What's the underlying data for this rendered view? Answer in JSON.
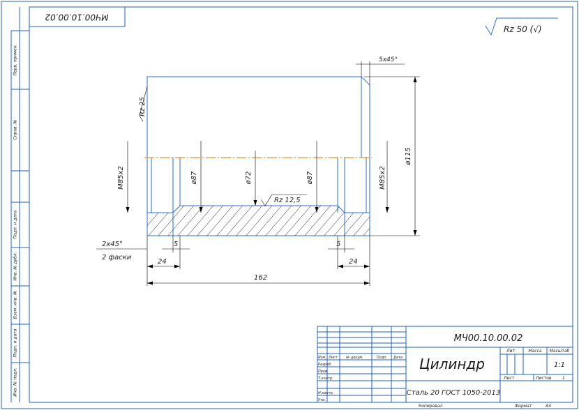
{
  "stamp_top": "МЧ00.10.00.02",
  "roughness_general": "Rz 50 (√)",
  "side_labels": [
    "Перв. примен.",
    "Справ. №",
    "Подп. и дата",
    "Инв. № дубл.",
    "Взам. инв. №",
    "Подп. и дата",
    "Инв. № подл."
  ],
  "dims": {
    "chamfer_top": "5x45°",
    "rz25": "Rz 25",
    "m85_left": "M85x2",
    "d87_left": "ø87",
    "d72": "ø72",
    "rz125": "Rz 12,5",
    "d87_right": "ø87",
    "m85_right": "M85x2",
    "d115": "ø115",
    "chamfer_left_1": "2x45°",
    "chamfer_left_2": "2 фаски",
    "w5_left": "5",
    "w5_right": "5",
    "w24_left": "24",
    "w24_right": "24",
    "length": "162"
  },
  "title_block": {
    "code": "МЧ00.10.00.02",
    "name": "Цилиндр",
    "material": "Сталь 20  ГОСТ 1050-2013",
    "col_headers": [
      "Изм.",
      "Лист",
      "№ докум.",
      "Подп.",
      "Дата"
    ],
    "row_labels": [
      "Разраб.",
      "Пров.",
      "Т.контр.",
      "Н.контр.",
      "Утв."
    ],
    "lit": "Лит.",
    "mass": "Масса",
    "scale": "Масштаб",
    "scale_value": "1:1",
    "sheet": "Лист",
    "sheets": "Листов",
    "sheets_value": "1",
    "copied": "Копировал",
    "format": "Формат",
    "format_value": "A3"
  }
}
